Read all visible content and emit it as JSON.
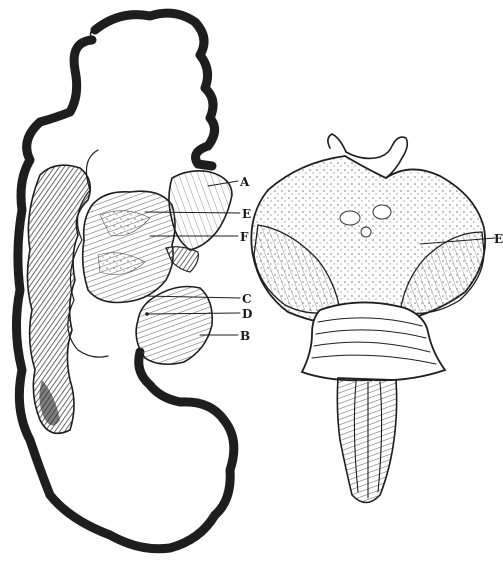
{
  "left_section": {
    "labels": {
      "a": "A",
      "e": "E",
      "f": "F",
      "c": "C",
      "d": "D",
      "b": "B"
    }
  },
  "right_section": {
    "labels": {
      "edge": "E"
    }
  },
  "colors": {
    "ink": "#1e1e1e",
    "hatch": "#6a6a6a",
    "background": "#ffffff"
  }
}
